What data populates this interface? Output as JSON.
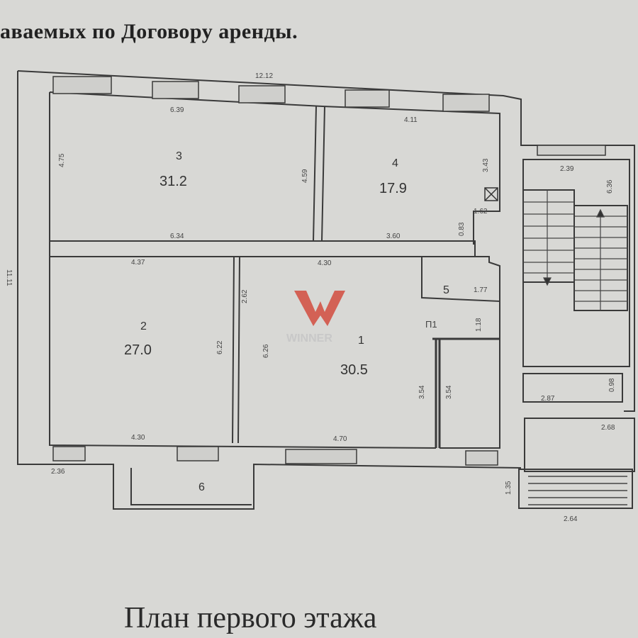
{
  "header": {
    "title": "аваемых по Договору аренды."
  },
  "caption": "План первого этажа",
  "watermark": {
    "text": "WINNER",
    "color": "#d23a2a"
  },
  "rooms": [
    {
      "number": "1",
      "area": "30.5"
    },
    {
      "number": "2",
      "area": "27.0"
    },
    {
      "number": "3",
      "area": "31.2"
    },
    {
      "number": "4",
      "area": "17.9"
    },
    {
      "number": "5",
      "area": ""
    },
    {
      "number": "6",
      "area": ""
    }
  ],
  "labels": {
    "p1": "П1"
  },
  "dimensions": {
    "overall_top": "12.12",
    "overall_left": "11.11",
    "r3_top": "6.39",
    "r3_bottom": "6.34",
    "r3_left": "4.75",
    "r3_right": "4.59",
    "r4_top": "4.11",
    "r4_bottom": "3.60",
    "r4_right": "3.43",
    "r4_niche": "1.62",
    "r4_step": "0.83",
    "r2_top": "4.37",
    "r2_bottom": "4.30",
    "r2_right": "6.22",
    "r2_door": "2.62",
    "r1_top": "4.30",
    "r1_bottom": "4.70",
    "r1_left": "6.26",
    "r1_right": "3.54",
    "corridor_width": "3.54",
    "r5_dim": "1.77",
    "p1_dim": "1.18",
    "left_bottom": "2.36",
    "stair_top": "2.39",
    "stair_right": "6.36",
    "landing_width": "2.87",
    "landing_height": "0.98",
    "vestibule": "2.68",
    "porch_height": "1.35",
    "porch_width": "2.64"
  }
}
